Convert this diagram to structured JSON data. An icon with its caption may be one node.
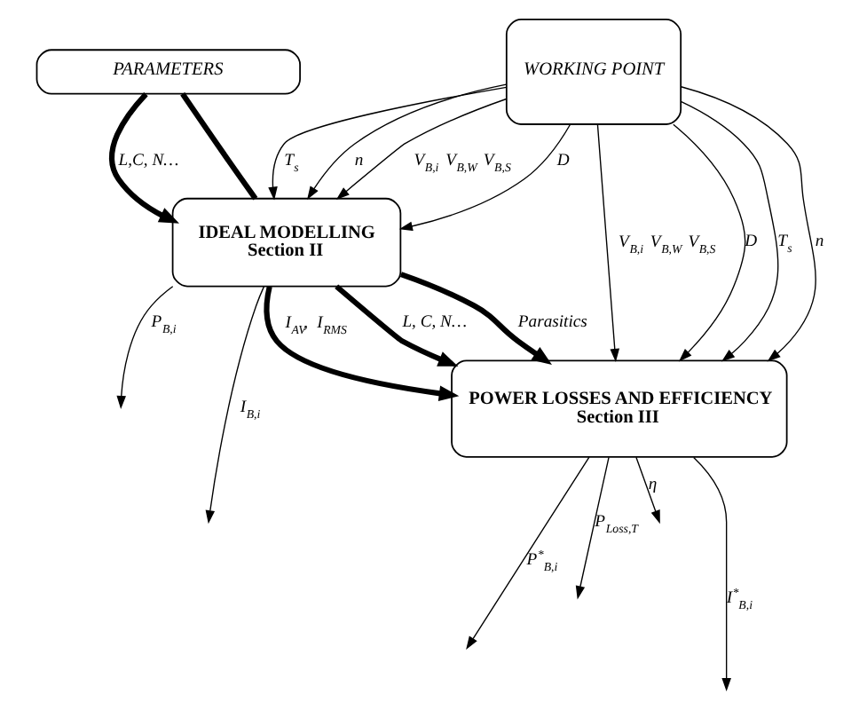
{
  "diagram": {
    "nodes": [
      {
        "text": [
          "PARAMETERS"
        ]
      },
      {
        "text": [
          "WORKING POINT"
        ]
      },
      {
        "text": [
          "IDEAL MODELLING",
          "Section II"
        ]
      },
      {
        "text": [
          "POWER LOSSES AND EFFICIENCY",
          "Section III"
        ]
      }
    ],
    "edges": [
      {
        "from": 0,
        "to": 2,
        "arrow": "to",
        "label": "L,C, N…",
        "style": "thick"
      },
      {
        "from": 0,
        "to": 2,
        "arrow": "none",
        "style": "thick"
      },
      {
        "from": 1,
        "to": 2,
        "arrow": "to",
        "label": "V$_{B,i}$ V$_{B,W}$ V$_{B,S}$"
      },
      {
        "from": 1,
        "to": 2,
        "arrow": "to",
        "label": "D"
      },
      {
        "from": 1,
        "to": 2,
        "arrow": "to",
        "label": "T$_{s}$"
      },
      {
        "from": 1,
        "to": 2,
        "arrow": "to",
        "label": "n"
      },
      {
        "from": 2,
        "to": null,
        "arrow": "to",
        "label": "I$_{B,i}$"
      },
      {
        "from": 2,
        "to": null,
        "arrow": "to",
        "label": "P$_{B,i}$"
      },
      {
        "from": 2,
        "to": 3,
        "arrow": "to",
        "label": "I$_{AV}$, I$_{RMS}$",
        "style": "thick"
      },
      {
        "from": 2,
        "to": 3,
        "arrow": "to",
        "label": "L, C, N…",
        "style": "thick"
      },
      {
        "from": 2,
        "to": 3,
        "arrow": "to",
        "label": "Parasitics",
        "style": "thick"
      },
      {
        "from": 1,
        "to": 3,
        "arrow": "to",
        "label": "V$_{B,i}$ V$_{B,W}$ V$_{B,S}$"
      },
      {
        "from": 1,
        "to": 3,
        "arrow": "to",
        "label": "D"
      },
      {
        "from": 1,
        "to": 3,
        "arrow": "to",
        "label": "T$_{s}$"
      },
      {
        "from": 1,
        "to": 3,
        "arrow": "to",
        "label": "n"
      },
      {
        "from": 3,
        "to": null,
        "arrow": "to",
        "label": "I$^{*}$$_{B,i}$"
      },
      {
        "from": 3,
        "to": null,
        "arrow": "to",
        "label": "P$^{*}$$_{B,i}$"
      },
      {
        "from": 3,
        "to": null,
        "arrow": "to",
        "label": "P$_{Loss,T}$"
      },
      {
        "from": 3,
        "to": null,
        "arrow": "to",
        "label": "η"
      }
    ]
  }
}
